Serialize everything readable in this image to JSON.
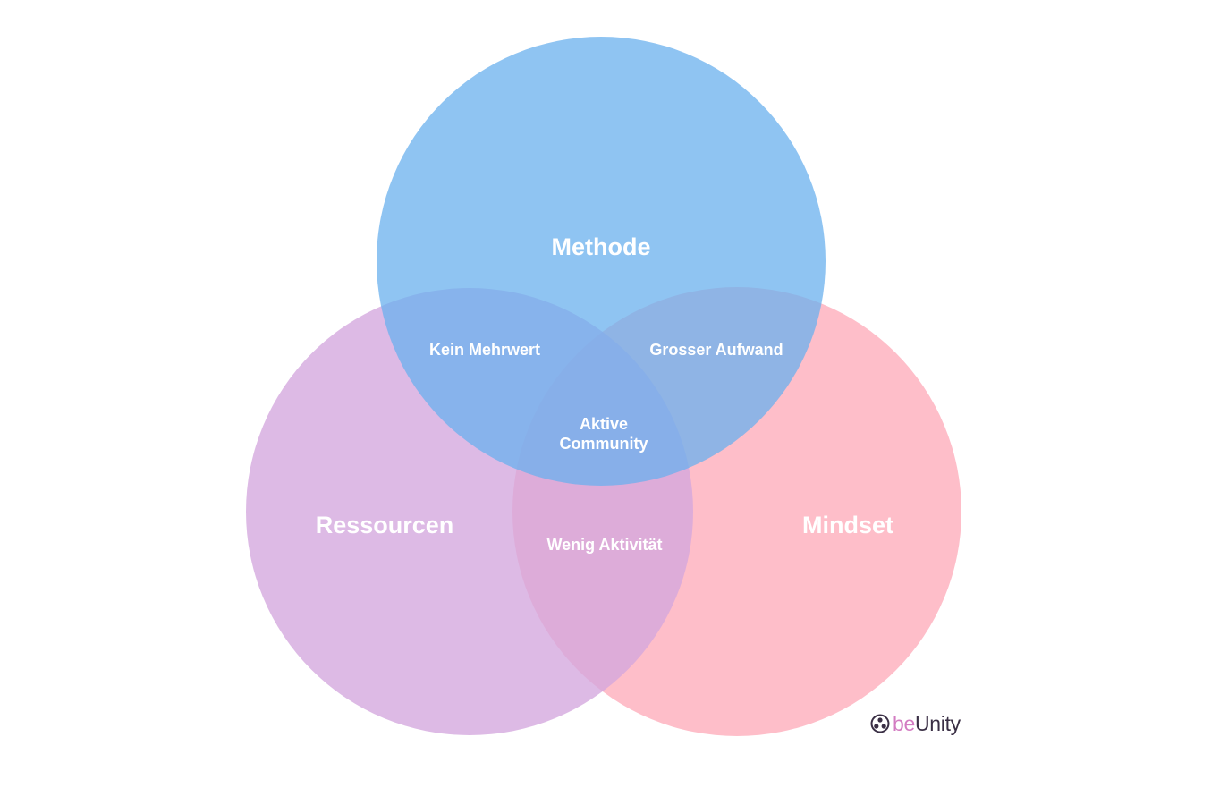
{
  "diagram": {
    "circles": [
      {
        "id": "methode",
        "label": "Methode",
        "color": "#6ab0ee"
      },
      {
        "id": "ressourcen",
        "label": "Ressourcen",
        "color": "#d4a6de"
      },
      {
        "id": "mindset",
        "label": "Mindset",
        "color": "#fea8b7"
      }
    ],
    "overlaps": {
      "methode_ressourcen": "Kein Mehrwert",
      "methode_mindset": "Grosser Aufwand",
      "ressourcen_mindset": "Wenig Aktivität",
      "all_line1": "Aktive",
      "all_line2": "Community"
    }
  },
  "logo": {
    "prefix": "be",
    "suffix": "Unity",
    "prefix_color": "#d37cc2",
    "suffix_color": "#3a2f45"
  }
}
